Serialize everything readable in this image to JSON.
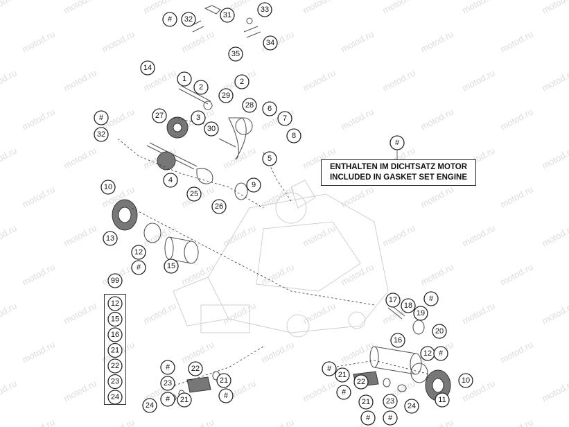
{
  "watermark": "motod.ru",
  "note": {
    "line1": "ENTHALTEN IM DICHTSATZ MOTOR",
    "line2": "INCLUDED IN GASKET SET ENGINE"
  },
  "note_marker": "#",
  "kit": {
    "label": "99",
    "items": [
      "12",
      "15",
      "16",
      "21",
      "22",
      "23",
      "24"
    ]
  },
  "callouts": [
    "#",
    "32",
    "31",
    "33",
    "35",
    "34",
    "14",
    "1",
    "2",
    "2",
    "29",
    "28",
    "6",
    "27",
    "3",
    "7",
    "#",
    "32",
    "30",
    "8",
    "5",
    "4",
    "25",
    "9",
    "10",
    "26",
    "13",
    "12",
    "#",
    "15",
    "17",
    "18",
    "#",
    "19",
    "20",
    "16",
    "12",
    "#",
    "10",
    "11",
    "#",
    "23",
    "22",
    "21",
    "#",
    "24",
    "21",
    "#",
    "#",
    "21",
    "22",
    "#",
    "21",
    "23",
    "24",
    "#",
    "#"
  ]
}
